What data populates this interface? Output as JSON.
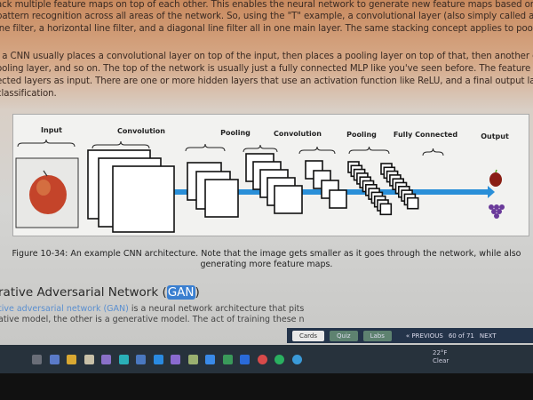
{
  "text_lines": [
    "ack multiple feature maps on top of each other. This enables the neural network to generate new feature maps based on previous fea",
    "pattern recognition across all areas of the network. So, using the \"T\" example, a convolutional layer (also simply called a \"convolution\"",
    "ine filter, a horizontal line filter, and a diagonal line filter all in one main layer. The same stacking concept applies to pooling layers.",
    ", a CNN usually places a convolutional layer on top of the input, then places a pooling layer on top of that, then another convolutional",
    "ooling layer, and so on. The top of the network is usually just a fully connected MLP like you've seen before. The feature maps are fed i",
    "ected layers as input. There are one or more hidden layers that use an activation function like ReLU, and a final output layer that, for ex",
    "classification."
  ],
  "figure": {
    "labels": [
      "Input",
      "Convolution",
      "Pooling",
      "Convolution",
      "Pooling",
      "Fully Connected",
      "Output"
    ],
    "caption_line1": "Figure 10-34: An example CNN architecture. Note that the image gets smaller as it goes through the network, while also",
    "caption_line2": "generating more feature maps.",
    "arrow_color": "#2a8fd8"
  },
  "section": {
    "heading_prefix": "rative Adversarial Network (",
    "heading_highlight": "GAN",
    "heading_suffix": ")",
    "body_line1_link": "tive adversarial network (GAN)",
    "body_line1_rest": " is a neural network architecture that pits",
    "body_line2": "ative model, the other is a generative model. The act of training these n"
  },
  "nav": {
    "cards": "Cards",
    "quiz": "Quiz",
    "labs": "Labs",
    "previous": "« PREVIOUS",
    "page": "60 of 71",
    "next": "NEXT"
  },
  "taskbar": {
    "weather_temp": "22°F",
    "weather_desc": "Clear"
  }
}
